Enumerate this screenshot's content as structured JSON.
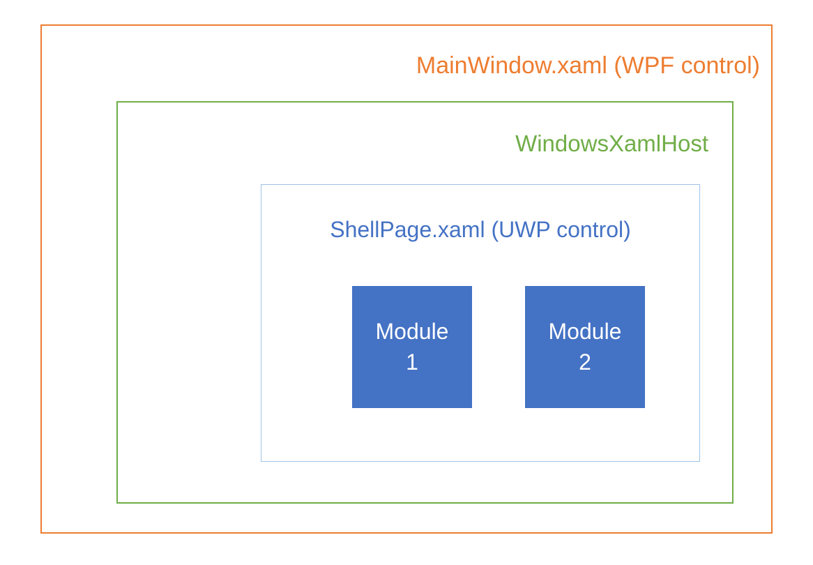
{
  "diagram": {
    "outer": {
      "label": "MainWindow.xaml (WPF control)",
      "border_color": "#ED7D31",
      "label_color": "#ED7D31"
    },
    "host": {
      "label": "WindowsXamlHost",
      "border_color": "#70AD47",
      "label_color": "#70AD47"
    },
    "shell": {
      "label": "ShellPage.xaml (UWP control)",
      "border_color": "#9DC3E6",
      "label_color": "#4472C4"
    },
    "modules": [
      {
        "line1": "Module",
        "line2": "1",
        "fill_color": "#4472C4",
        "text_color": "#FFFFFF"
      },
      {
        "line1": "Module",
        "line2": "2",
        "fill_color": "#4472C4",
        "text_color": "#FFFFFF"
      }
    ]
  }
}
